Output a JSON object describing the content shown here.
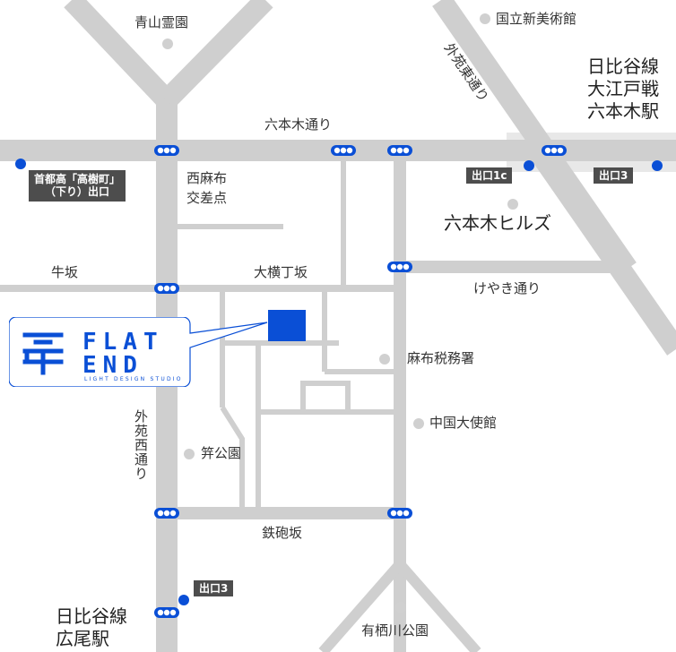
{
  "labels": {
    "aoyama": "青山霊園",
    "kokuritsu": "国立新美術館",
    "hibiya_roppongi": [
      "日比谷線",
      "大江戸戦",
      "六本木駅"
    ],
    "gaien_higashi": "外苑東通り",
    "roppongi_dori": "六本木通り",
    "nishiazabu": [
      "西麻布",
      "交差点"
    ],
    "hills": "六本木ヒルズ",
    "ushizaka": "牛坂",
    "ooyokocho": "大横丁坂",
    "keyaki": "けやき通り",
    "zeimusho": "麻布税務署",
    "china_embassy": "中国大使館",
    "gaien_nishi": "外苑西通り",
    "sasa_park": "笄公園",
    "teppozaka": "鉄砲坂",
    "hibiya_hiroo": [
      "日比谷線",
      "広尾駅"
    ],
    "arisugawa": "有栖川公園"
  },
  "exits": {
    "shuto": [
      "首都高「高樹町」",
      "（下り）出口"
    ],
    "exit_1c": "出口1c",
    "exit_3_roppongi": "出口3",
    "exit_3_hiroo": "出口3"
  },
  "logo": {
    "line1": "FLAT",
    "line2": "END",
    "tagline": "LIGHT DESIGN STUDIO"
  },
  "colors": {
    "road": "#cfcfcf",
    "road_light": "#e8e8e8",
    "accent_blue": "#0a4fd6",
    "exit_bg": "#4d4d4d",
    "poi": "#d0d0d0"
  }
}
